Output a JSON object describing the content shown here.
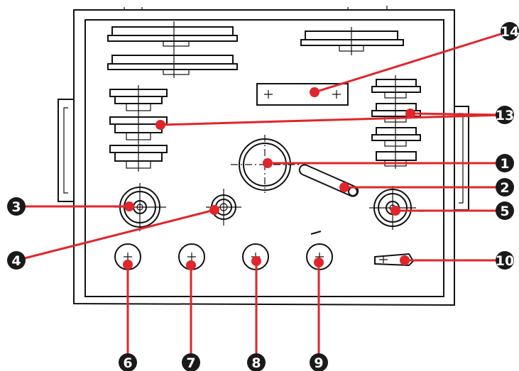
{
  "colors": {
    "leader": "#e0262b",
    "badge": "#1a1a1a",
    "badge_text": "#ffffff",
    "ink": "#111111"
  },
  "callouts": [
    {
      "id": "1",
      "label": "1"
    },
    {
      "id": "2",
      "label": "2"
    },
    {
      "id": "3",
      "label": "3"
    },
    {
      "id": "4",
      "label": "4"
    },
    {
      "id": "5",
      "label": "5"
    },
    {
      "id": "6",
      "label": "6"
    },
    {
      "id": "7",
      "label": "7"
    },
    {
      "id": "8",
      "label": "8"
    },
    {
      "id": "9",
      "label": "9"
    },
    {
      "id": "10",
      "label": "10"
    },
    {
      "id": "13",
      "label": "13"
    },
    {
      "id": "14",
      "label": "14"
    }
  ]
}
